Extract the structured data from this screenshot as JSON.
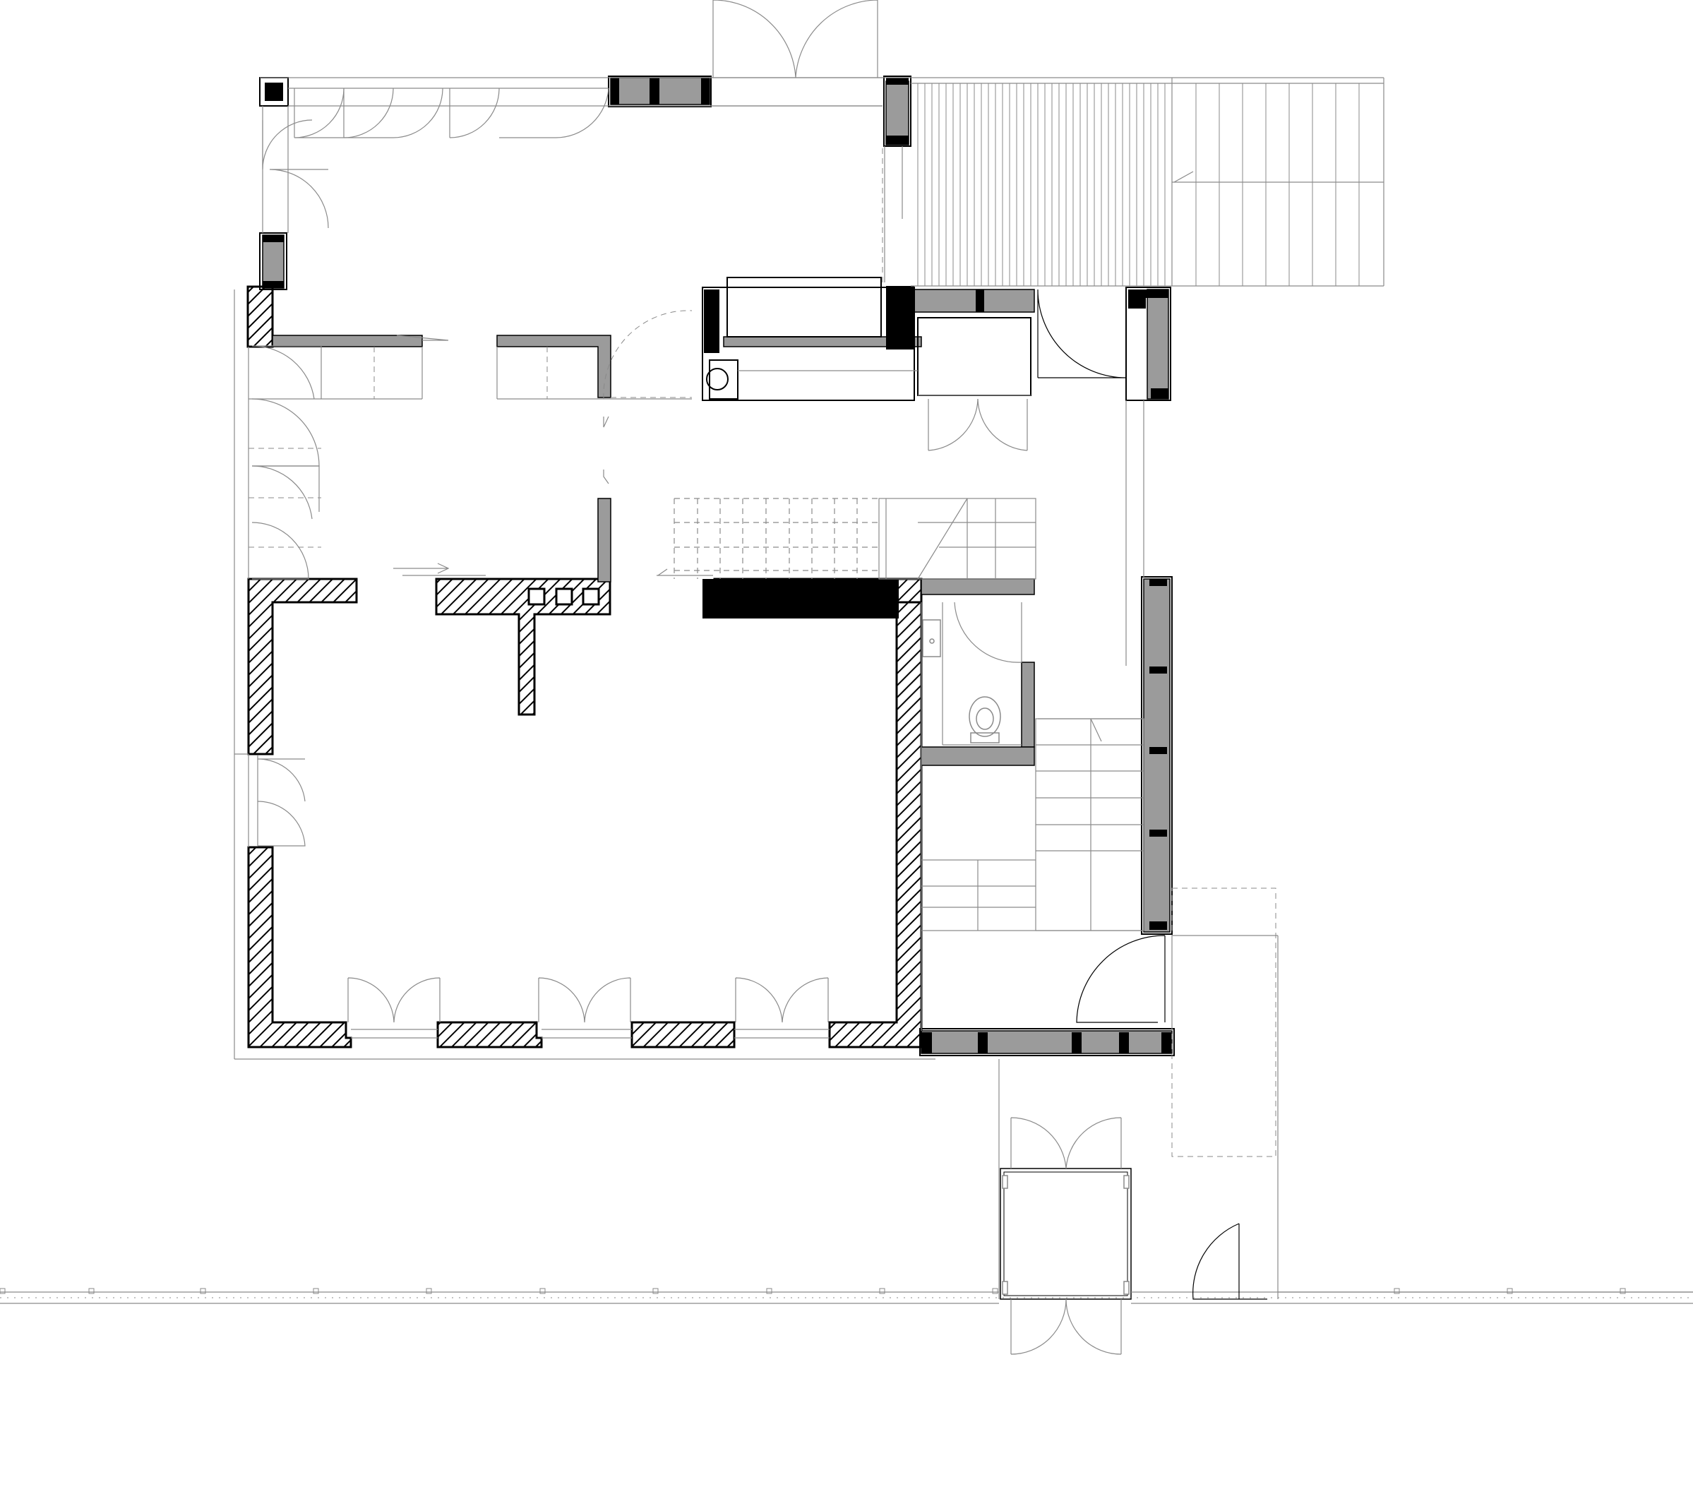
{
  "drawing": {
    "kind": "architectural-floor-plan",
    "text_labels": [],
    "colors": {
      "background": "#ffffff",
      "line": "#000000",
      "thin_line": "#8a8a8a",
      "infill_grey": "#9b9b9b",
      "solid_black": "#000000"
    },
    "legend": {
      "hatched_wall": "hatched-wall",
      "grey_wall": "grey-wall",
      "black_column": "black-column",
      "door_swing": "door-swing",
      "stair_treads": "stair-treads",
      "toilet": "toilet-icon"
    }
  }
}
